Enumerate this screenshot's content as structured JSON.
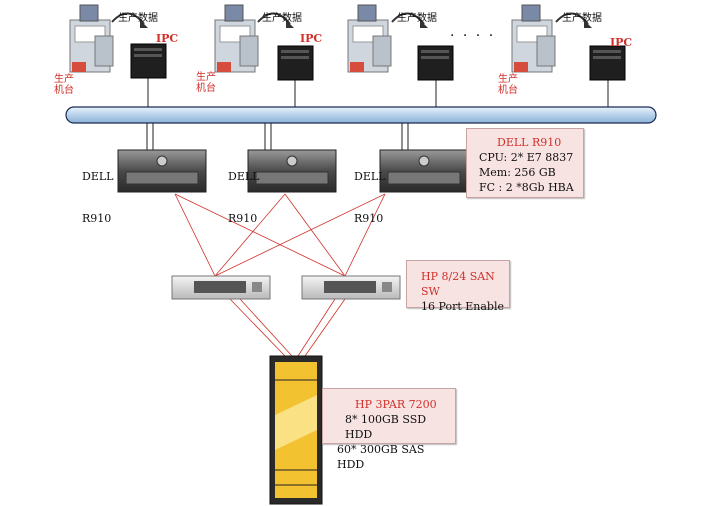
{
  "production_units": [
    {
      "machine_label": "生产机台",
      "data_label": "生产数据",
      "ipc_label": "IPC"
    },
    {
      "machine_label": "生产机台",
      "data_label": "生产数据",
      "ipc_label": "IPC"
    },
    {
      "machine_label": "",
      "data_label": "生产数据",
      "ipc_label": ""
    },
    {
      "machine_label": "生产机台",
      "data_label": "生产数据",
      "ipc_label": "IPC"
    }
  ],
  "ellipsis": "· · · ·",
  "servers": [
    {
      "label_line1": "DELL",
      "label_line2": "R910"
    },
    {
      "label_line1": "DELL",
      "label_line2": "R910"
    },
    {
      "label_line1": "DELL",
      "label_line2": "R910"
    }
  ],
  "server_info": {
    "title": "DELL R910",
    "lines": [
      "CPU: 2* E7 8837",
      "Mem: 256 GB",
      "FC : 2 *8Gb HBA"
    ]
  },
  "switch_info": {
    "title": "HP 8/24 SAN SW",
    "lines": [
      "16 Port Enable"
    ]
  },
  "storage_info": {
    "title": "HP 3PAR 7200",
    "lines": [
      "8* 100GB SSD HDD",
      "60* 300GB SAS HDD"
    ]
  },
  "colors": {
    "link_red": "#d0302a",
    "bus_blue": "#b7d1ea",
    "info_bg": "#f8e3e3",
    "storage_yellow": "#f2c230"
  }
}
